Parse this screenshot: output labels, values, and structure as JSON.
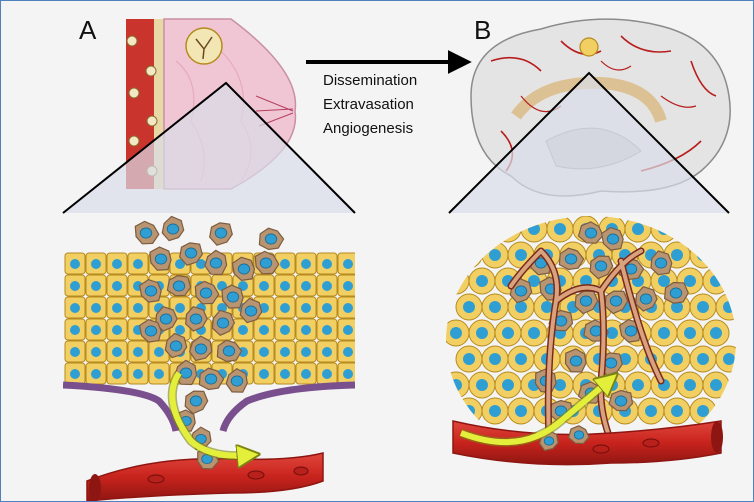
{
  "panels": [
    {
      "label": "A",
      "subject": "breast-tissue-primary-tumor"
    },
    {
      "label": "B",
      "subject": "brain-metastasis"
    }
  ],
  "process_steps": [
    "Dissemination",
    "Extravasation",
    "Angiogenesis"
  ],
  "colors": {
    "frame_border": "#4f81bd",
    "background": "#f4f4f4",
    "normal_cell": "#f2cf62",
    "normal_cell_outline": "#b58a1f",
    "tumor_cell": "#b99470",
    "tumor_cell_outline": "#7d5c40",
    "nucleus": "#2f9fd3",
    "vessel": "#c8231d",
    "vessel_dark": "#8e1612",
    "basement_membrane": "#7a4f8e",
    "migration_arrow": "#e3ef3a",
    "brain_tissue": "#e4e4e4",
    "brain_vessel": "#b81e1e",
    "breast_tissue": "#f1c6d4"
  }
}
